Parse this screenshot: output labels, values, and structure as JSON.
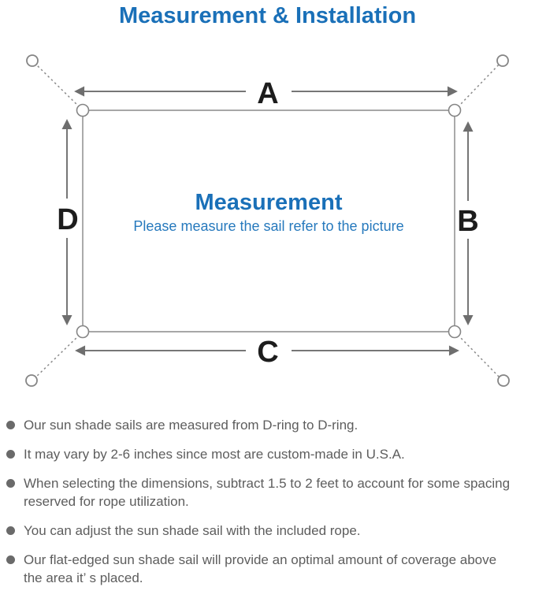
{
  "title": "Measurement & Installation",
  "diagram": {
    "side_labels": {
      "top": "A",
      "right": "B",
      "bottom": "C",
      "left": "D"
    },
    "center_title": "Measurement",
    "center_subtitle": "Please measure the sail refer to the picture"
  },
  "notes": [
    {
      "text": "Our sun shade sails are measured from D-ring to D-ring."
    },
    {
      "text": "It may vary by 2-6 inches since most are custom-made in U.S.A."
    },
    {
      "text": "When selecting the dimensions, subtract 1.5 to 2 feet to account for some spacing\nreserved for rope utilization."
    },
    {
      "text": "You can adjust the sun shade sail with the included rope."
    },
    {
      "text": "Our flat-edged sun shade sail will provide an optimal amount of coverage above\nthe area it’ s placed."
    }
  ],
  "colors": {
    "accent_blue": "#1a70b8",
    "subtitle_blue": "#2679bd",
    "diagram_gray": "#767676",
    "text_gray": "#5d5d5d"
  }
}
